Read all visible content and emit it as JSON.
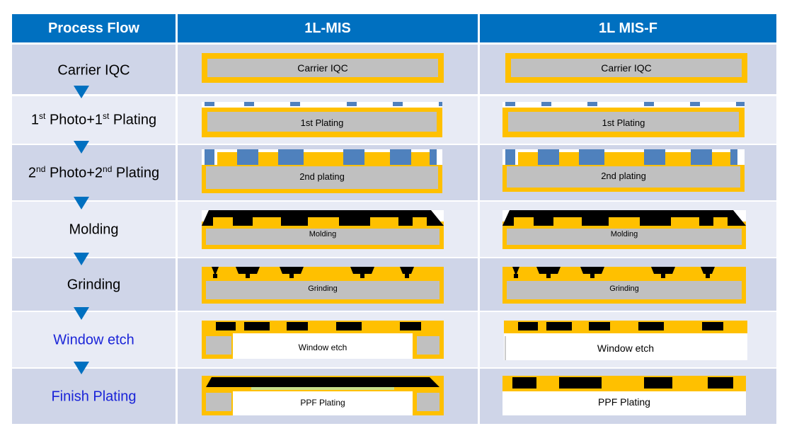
{
  "header": {
    "col_process": "Process Flow",
    "col_1l_mis": "1L-MIS",
    "col_1l_mis_f": "1L MIS-F"
  },
  "steps": [
    {
      "label_pre": "Carrier IQC",
      "sup1": "",
      "mid": "",
      "sup2": "",
      "post": "",
      "color": "#000000",
      "mis_label": "Carrier IQC",
      "misf_label": "Carrier IQC"
    },
    {
      "label_pre": "1",
      "sup1": "st",
      "mid": " Photo+1",
      "sup2": "st",
      "post": " Plating",
      "color": "#000000",
      "mis_label": "1st Plating",
      "misf_label": "1st Plating"
    },
    {
      "label_pre": "2",
      "sup1": "nd",
      "mid": " Photo+2",
      "sup2": "nd",
      "post": " Plating",
      "color": "#000000",
      "mis_label": "2nd plating",
      "misf_label": "2nd plating"
    },
    {
      "label_pre": "Molding",
      "sup1": "",
      "mid": "",
      "sup2": "",
      "post": "",
      "color": "#000000",
      "mis_label": "Molding",
      "misf_label": "Molding"
    },
    {
      "label_pre": "Grinding",
      "sup1": "",
      "mid": "",
      "sup2": "",
      "post": "",
      "color": "#000000",
      "mis_label": "Grinding",
      "misf_label": "Grinding"
    },
    {
      "label_pre": "Window etch",
      "sup1": "",
      "mid": "",
      "sup2": "",
      "post": "",
      "color": "#1a24d8",
      "mis_label": "Window etch",
      "misf_label": "Window etch"
    },
    {
      "label_pre": "Finish Plating",
      "sup1": "",
      "mid": "",
      "sup2": "",
      "post": "",
      "color": "#1a24d8",
      "mis_label": "PPF Plating",
      "misf_label": "PPF Plating"
    }
  ],
  "colors": {
    "header_blue": "#0070c0",
    "row_dark": "#cfd5e8",
    "row_light": "#e8ebf5",
    "gold": "#ffc000",
    "carrier_gray": "#c0c0c0",
    "photo_blue": "#4f81bd",
    "mold_black": "#000000",
    "arrow_blue": "#0070c0"
  }
}
